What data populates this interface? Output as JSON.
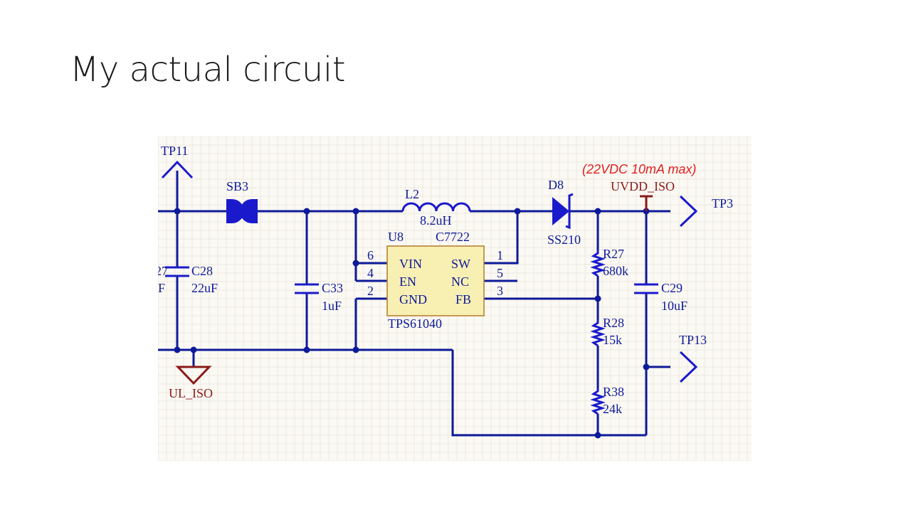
{
  "slide": {
    "title": "My actual circuit"
  },
  "schematic": {
    "note": "(22VDC 10mA max)",
    "test_points": [
      "TP11",
      "TP3",
      "TP13"
    ],
    "nets": {
      "output": "UVDD_ISO",
      "ground": "UL_ISO"
    },
    "solder_bridge": "SB3",
    "inductor": {
      "ref": "L2",
      "value": "8.2uH"
    },
    "diode": {
      "ref": "D8",
      "part": "SS210"
    },
    "ic": {
      "ref": "U8",
      "lcsc": "C7722",
      "part": "TPS61040",
      "pins_left": [
        {
          "num": "6",
          "name": "VIN"
        },
        {
          "num": "4",
          "name": "EN"
        },
        {
          "num": "2",
          "name": "GND"
        }
      ],
      "pins_right": [
        {
          "num": "1",
          "name": "SW"
        },
        {
          "num": "5",
          "name": "NC"
        },
        {
          "num": "3",
          "name": "FB"
        }
      ]
    },
    "capacitors": [
      {
        "ref": "C28",
        "value": "22uF",
        "clipped_ref": "27",
        "clipped_value": "F"
      },
      {
        "ref": "C33",
        "value": "1uF"
      },
      {
        "ref": "C29",
        "value": "10uF"
      }
    ],
    "resistors": [
      {
        "ref": "R27",
        "value": "680k"
      },
      {
        "ref": "R28",
        "value": "15k"
      },
      {
        "ref": "R38",
        "value": "24k"
      }
    ],
    "colors": {
      "wire": "#0d1a99",
      "component": "#1a1acc",
      "ic_fill": "#f8efb3",
      "net_label": "#8b1a1a",
      "note": "#e02020",
      "sheet": "#fbf9f3"
    }
  }
}
